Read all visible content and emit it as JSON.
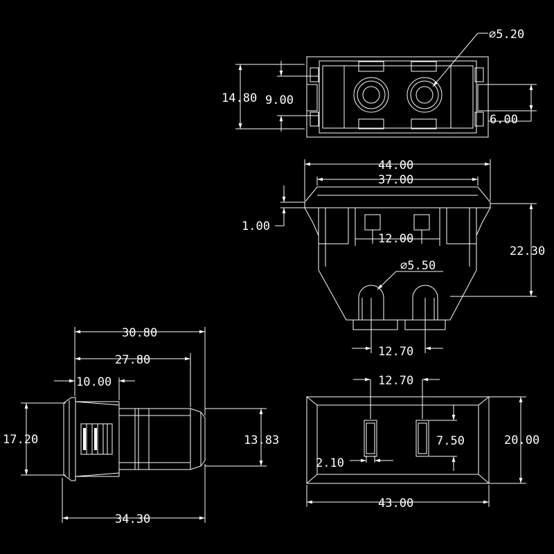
{
  "drawing": {
    "background_color": "#000000",
    "line_color": "#ffffff",
    "views": {
      "top": {
        "dims": {
          "hole_dia": "⌀5.20",
          "outer_height": "14.80",
          "inner_height": "9.00",
          "tab_height": "6.00"
        }
      },
      "front": {
        "dims": {
          "overall_width": "44.00",
          "flange_width": "37.00",
          "flange_thickness": "1.00",
          "terminal_spacing_top": "12.00",
          "height": "22.30",
          "pin_hole_dia": "⌀5.50",
          "pin_spacing": "12.70"
        }
      },
      "side": {
        "dims": {
          "width_a": "30.80",
          "width_b": "27.80",
          "head_depth": "10.00",
          "head_height": "17.20",
          "body_height": "13.83",
          "overall_length": "34.30"
        }
      },
      "bottom": {
        "dims": {
          "slot_spacing": "12.70",
          "slot_length": "7.50",
          "overall_height": "20.00",
          "slot_width": "2.10",
          "overall_width": "43.00"
        }
      }
    }
  }
}
